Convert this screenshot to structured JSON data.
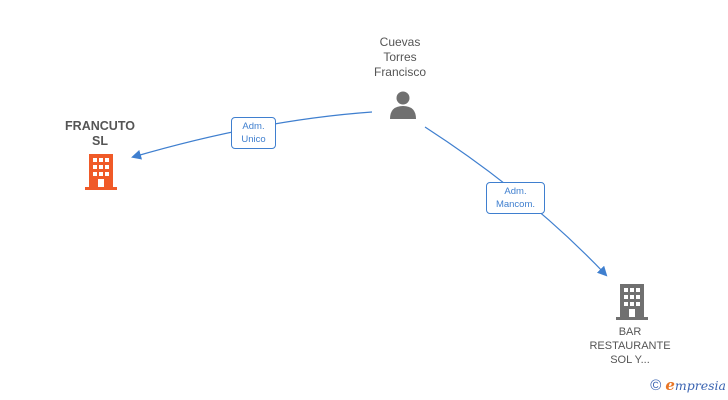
{
  "nodes": {
    "person": {
      "label": "Cuevas\nTorres\nFrancisco",
      "icon": "person-icon",
      "color": "#707070"
    },
    "francuto": {
      "label": "FRANCUTO\nSL",
      "icon": "building-icon",
      "color": "#f05a28"
    },
    "bar": {
      "label": "BAR\nRESTAURANTE\nSOL Y...",
      "icon": "building-icon",
      "color": "#707070"
    }
  },
  "edges": {
    "adm_unico": {
      "label": "Adm.\nUnico",
      "color": "#3f7fcf"
    },
    "adm_mancom": {
      "label": "Adm.\nMancom.",
      "color": "#3f7fcf"
    }
  },
  "footer": {
    "copyright_symbol": "©",
    "brand_initial": "e",
    "brand_rest": "mpresia",
    "brand_color": "#3b64b2",
    "brand_accent": "#e87525"
  }
}
